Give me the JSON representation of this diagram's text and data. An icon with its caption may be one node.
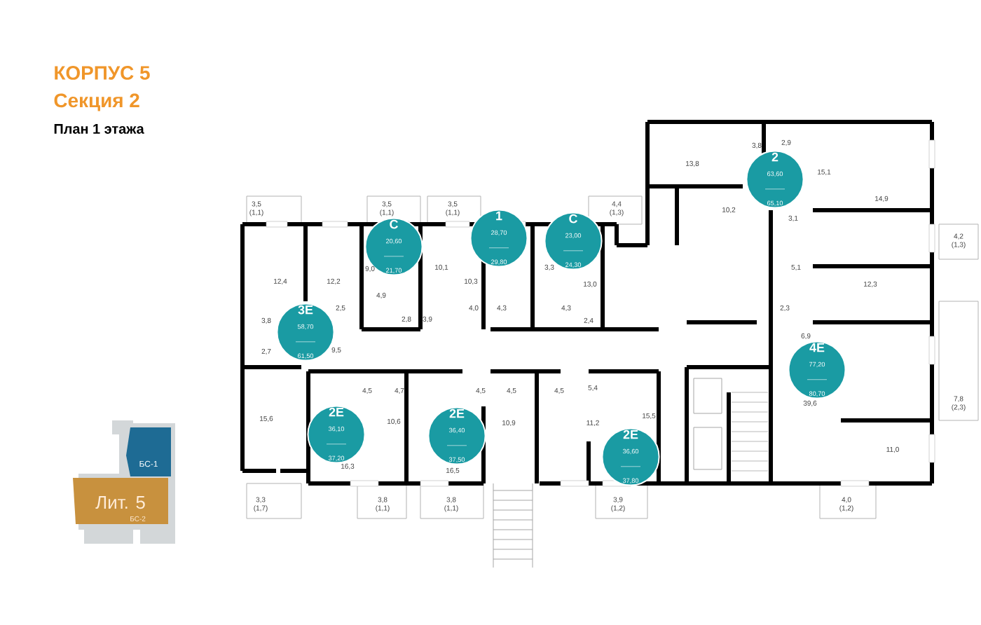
{
  "diagram": {
    "title": "КОРПУС 5",
    "nodes": [
      {
        "text": [
          "2",
          "63,60",
          "65,10"
        ]
      },
      {
        "text": [
          "1",
          "28,70",
          "29,80"
        ]
      },
      {
        "text": [
          "C",
          "23,00",
          "24,30"
        ]
      },
      {
        "text": [
          "C",
          "20,60",
          "21,70"
        ]
      },
      {
        "text": [
          "3E",
          "58,70",
          "61,50"
        ]
      },
      {
        "text": [
          "4E",
          "77,20",
          "80,70"
        ]
      },
      {
        "text": [
          "2E",
          "36,10",
          "37,20"
        ]
      },
      {
        "text": [
          "2E",
          "36,40",
          "37,50"
        ]
      },
      {
        "text": [
          "2E",
          "36,60",
          "37,80"
        ]
      },
      {
        "text": [
          "БС-1"
        ]
      },
      {
        "text": [
          "Лит. 5",
          "БС-2"
        ]
      }
    ],
    "labels": [
      "Секция 2",
      "План 1 этажа",
      "3,8",
      "2,9",
      "13,8",
      "15,1",
      "14,9",
      "3,5 (1,1)",
      "3,5 (1,1)",
      "3,5 (1,1)",
      "4,4 (1,3)",
      "10,2",
      "3,1",
      "4,2 (1,3)",
      "9,0",
      "10,1",
      "3,3",
      "5,1",
      "12,4",
      "12,2",
      "10,3",
      "13,0",
      "12,3",
      "4,9",
      "2,5",
      "4,0",
      "4,3",
      "4,3",
      "2,3",
      "3,8",
      "2,8",
      "3,9",
      "2,4",
      "6,9",
      "2,7",
      "9,5",
      "4,5",
      "4,7",
      "4,5",
      "4,5",
      "4,5",
      "5,4",
      "39,6",
      "7,8 (2,3)",
      "15,6",
      "10,6",
      "10,9",
      "11,2",
      "15,5",
      "11,0",
      "16,3",
      "16,5",
      "3,3 (1,7)",
      "3,8 (1,1)",
      "3,8 (1,1)",
      "3,9 (1,2)",
      "4,0 (1,2)"
    ]
  }
}
